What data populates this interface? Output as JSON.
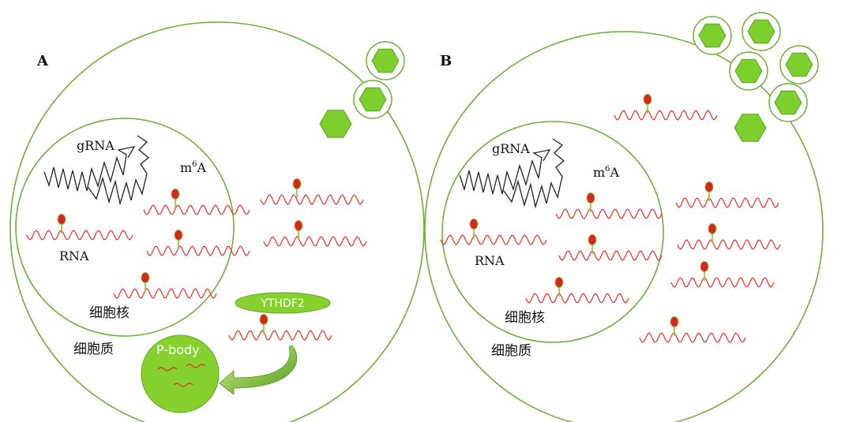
{
  "colors": {
    "membrane": "#6fae3c",
    "virus_fill": "#7ccf2c",
    "rna": "#e8302a",
    "m6a_dot": "#d7261e",
    "m6a_stem": "#8fbf3a",
    "grna": "#222222",
    "pbody_fill": "#86d12d",
    "ythdf2_fill": "#86d12d"
  },
  "panel_a": {
    "letter": "A",
    "grna_label": "gRNA",
    "m6a_label_base": "m",
    "m6a_label_sup": "6",
    "m6a_label_tail": "A",
    "rna_label": "RNA",
    "nucleus_label": "细胞核",
    "cytoplasm_label": "细胞质",
    "pbody_label": "P-body",
    "ythdf2_label": "YTHDF2",
    "free_virus_icon": "hexagon-virus-icon",
    "enveloped_virus_icon": "enveloped-virus-icon"
  },
  "panel_b": {
    "letter": "B",
    "grna_label": "gRNA",
    "m6a_label_base": "m",
    "m6a_label_sup": "6",
    "m6a_label_tail": "A",
    "rna_label": "RNA",
    "nucleus_label": "细胞核",
    "cytoplasm_label": "细胞质",
    "free_virus_icon": "hexagon-virus-icon",
    "enveloped_virus_icon": "enveloped-virus-icon"
  }
}
